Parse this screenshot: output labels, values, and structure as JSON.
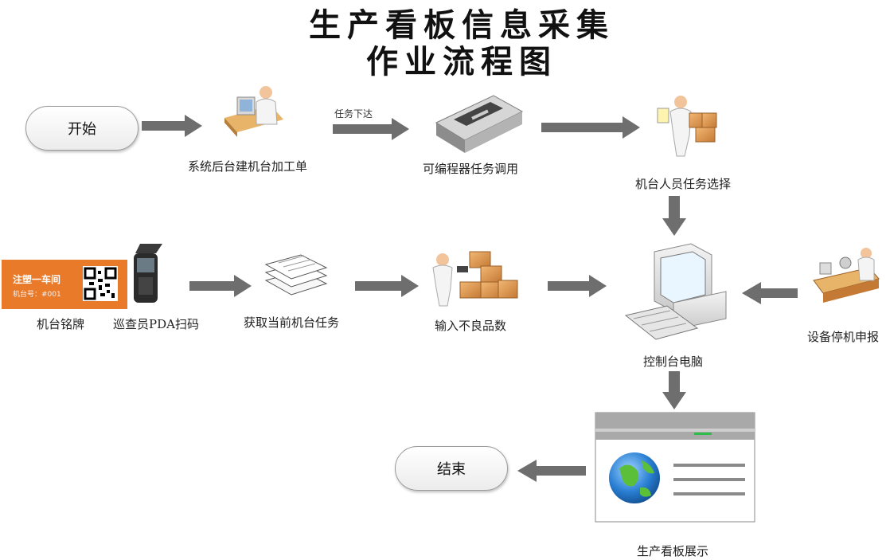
{
  "title": {
    "line1": "生产看板信息采集",
    "line2": "作业流程图"
  },
  "nodes": {
    "start": "开始",
    "create_order": "系统后台建机台加工单",
    "programmer": "可编程器任务调用",
    "operator_select": "机台人员任务选择",
    "nameplate": "机台铭牌",
    "pda_scan": "巡查员PDA扫码",
    "get_task": "获取当前机台任务",
    "input_defects": "输入不良品数",
    "console_pc": "控制台电脑",
    "downtime_report": "设备停机申报",
    "dashboard": "生产看板展示",
    "end": "结束"
  },
  "edges": {
    "task_dispatch": "任务下达"
  },
  "nameplate_card": {
    "title": "注塑一车间",
    "machine_no": "机台号：#001"
  },
  "colors": {
    "arrow": "#6e6e6e",
    "nameplate": "#e87a2a",
    "globe": "#2a7fd4"
  }
}
